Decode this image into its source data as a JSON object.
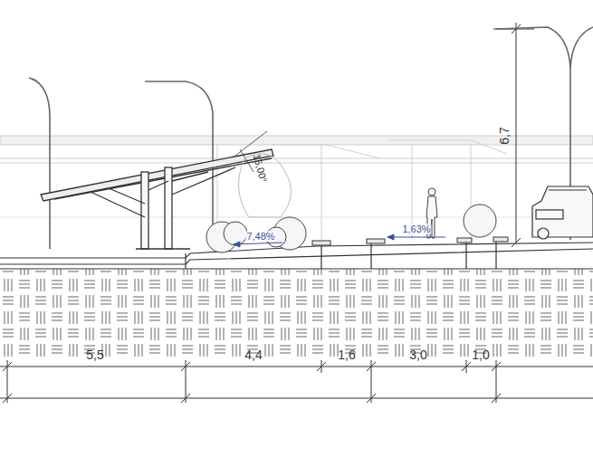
{
  "diagram": {
    "labels": [
      "6,7",
      "15,00°",
      "7,48%",
      "1,63%",
      "5,5",
      "4,4",
      "1,6",
      "3,0",
      "1,0"
    ]
  }
}
